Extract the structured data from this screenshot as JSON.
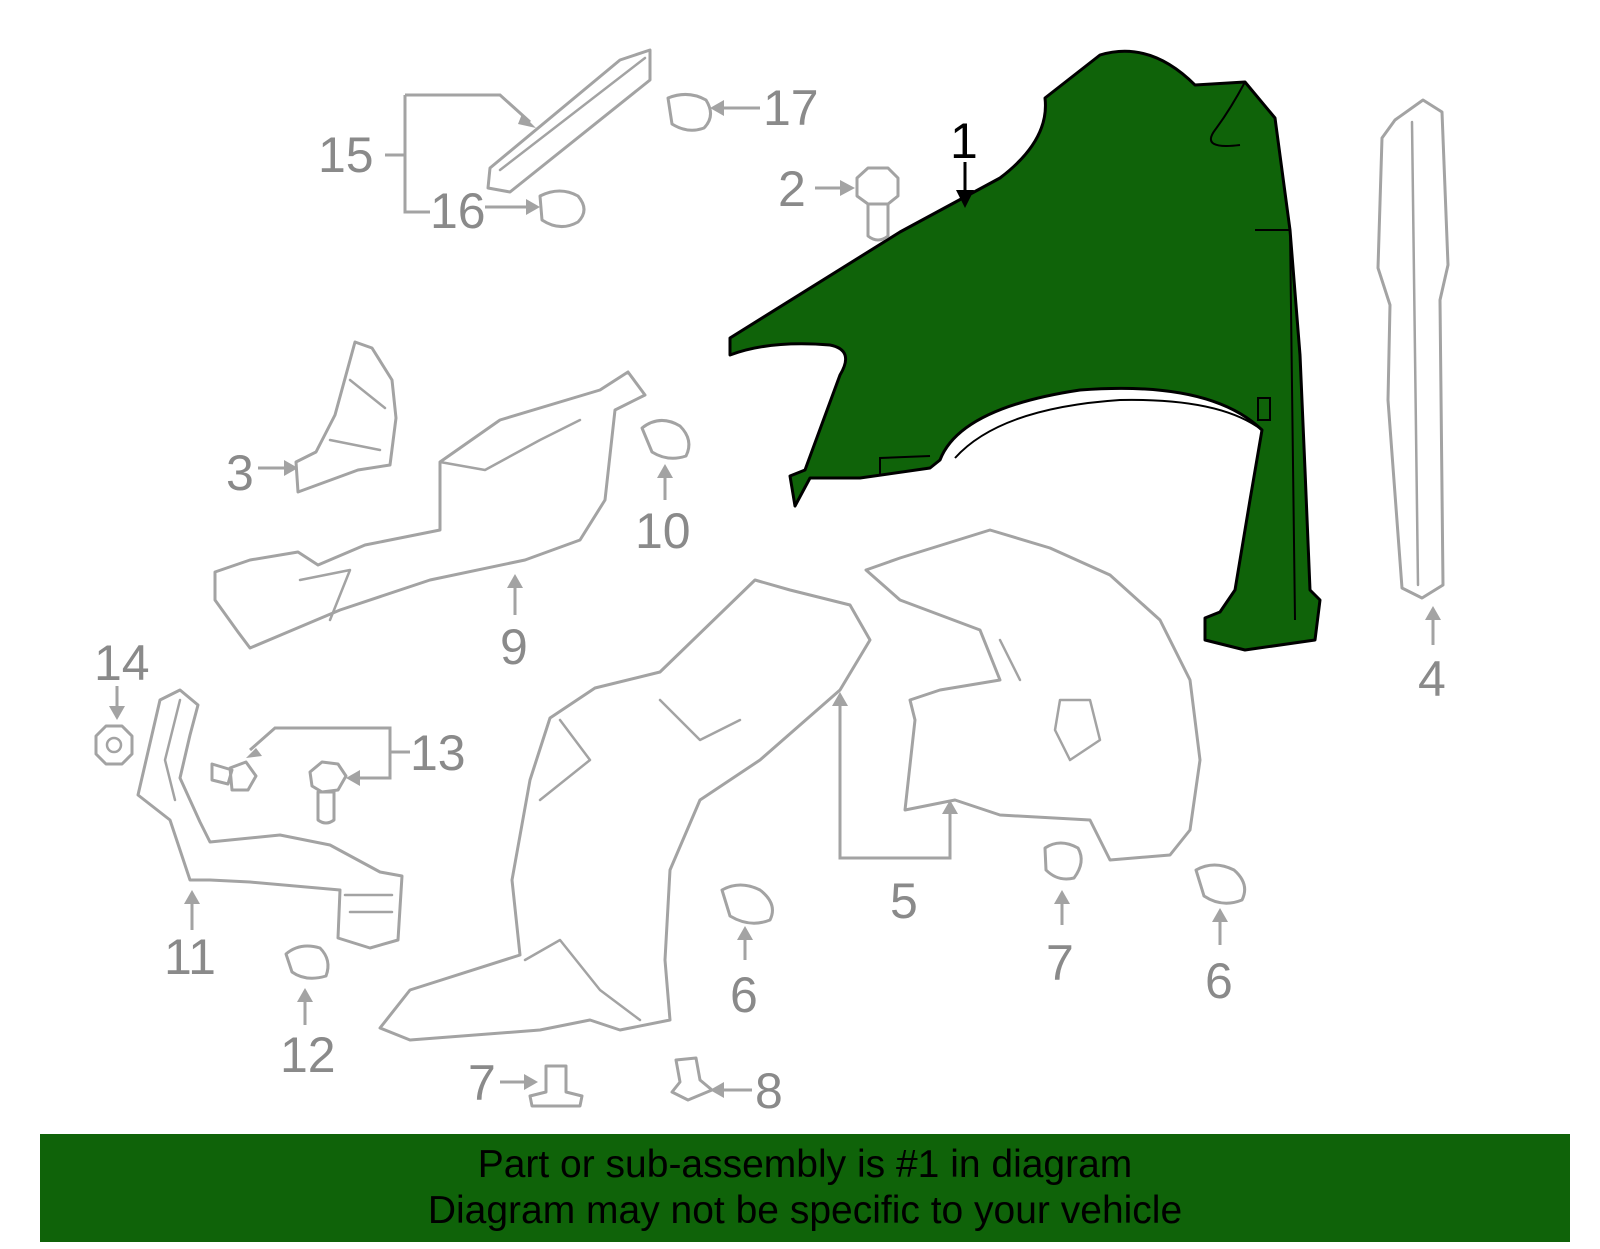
{
  "diagram": {
    "highlight_color": "#0f6309",
    "part_line_color": "#a3a3a3",
    "callouts": {
      "c1": "1",
      "c2": "2",
      "c3": "3",
      "c4": "4",
      "c5": "5",
      "c6a": "6",
      "c6b": "6",
      "c7a": "7",
      "c7b": "7",
      "c8": "8",
      "c9": "9",
      "c10": "10",
      "c11": "11",
      "c12": "12",
      "c13": "13",
      "c14": "14",
      "c15": "15",
      "c16": "16",
      "c17": "17"
    }
  },
  "banner": {
    "background_color": "#0f6309",
    "line1": "Part or sub-assembly is #1 in diagram",
    "line2": "Diagram may not be specific to your vehicle"
  }
}
